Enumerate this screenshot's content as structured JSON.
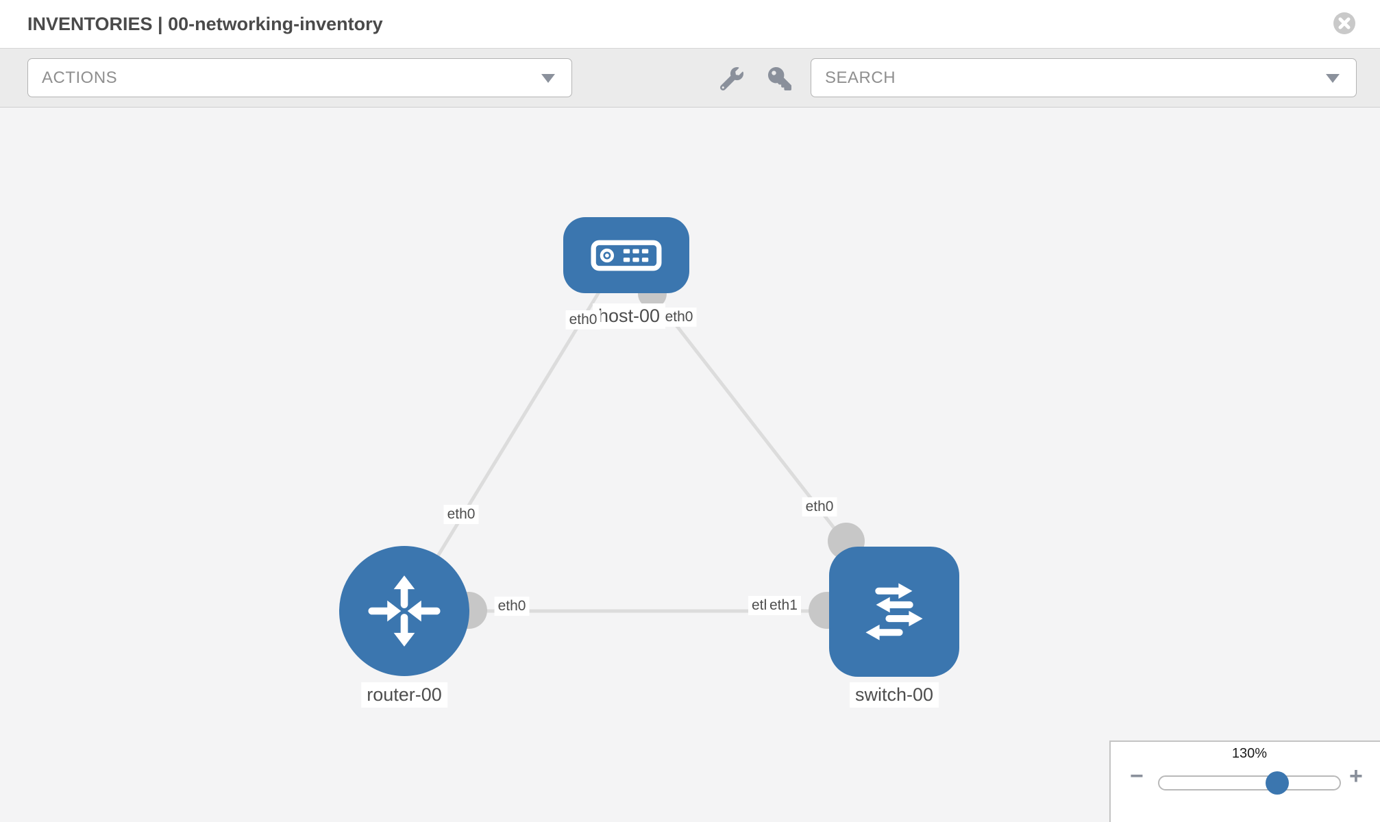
{
  "window": {
    "title": "INVENTORIES | 00-networking-inventory"
  },
  "toolbar": {
    "actions_dropdown": {
      "value": "ACTIONS"
    },
    "search_dropdown": {
      "value": "SEARCH"
    },
    "icons": [
      "wrench-icon",
      "key-icon"
    ]
  },
  "topology": {
    "nodes": [
      {
        "id": "host-00",
        "type": "host",
        "label": "host-00"
      },
      {
        "id": "router-00",
        "type": "router",
        "label": "router-00"
      },
      {
        "id": "switch-00",
        "type": "switch",
        "label": "switch-00"
      }
    ],
    "links": [
      {
        "source": "router-00",
        "source_interface": "eth0",
        "target": "host-00",
        "target_interface": "eth0"
      },
      {
        "source": "switch-00",
        "source_interface": "eth0",
        "target": "host-00",
        "target_interface": "eth0"
      },
      {
        "source": "router-00",
        "source_interface": "eth0",
        "target": "switch-00",
        "target_interface": "eth1"
      }
    ],
    "interface_labels": {
      "link_a_router_end": "eth0",
      "link_a_host_end": "eth0",
      "link_b_switch_end": "eth0",
      "link_b_host_end": "eth0",
      "link_c_router_end": "eth0",
      "link_c_switch_end": "eth1",
      "link_c_switch_end_overlapped": "eth0"
    }
  },
  "zoom_control": {
    "level": "130%",
    "zoom_out": "−",
    "zoom_in": "+"
  },
  "colors": {
    "node_blue": "#3b76af",
    "link_gray": "#dcdcdc",
    "connector_gray": "#c7c7c7",
    "toolbar_bg": "#ebebeb",
    "canvas_bg": "#f4f4f5",
    "icon_gray": "#8a909b",
    "title_text": "#4a4a4a"
  }
}
